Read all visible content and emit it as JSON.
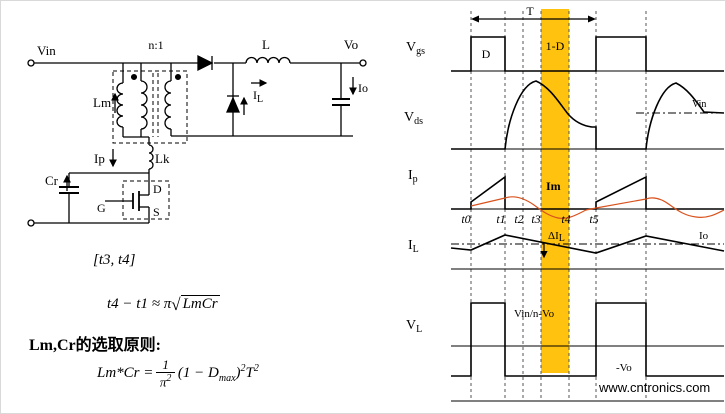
{
  "circuit": {
    "vin": "Vin",
    "turns": "n:1",
    "inductor": "L",
    "vo": "Vo",
    "io": "Io",
    "il_base": "I",
    "il_sub": "L",
    "lm": "Lm",
    "ip": "Ip",
    "lk": "Lk",
    "cr": "Cr",
    "drain": "D",
    "gate": "G",
    "source": "S"
  },
  "annotation": {
    "interval": "[t3, t4]",
    "f1_lhs": "t4 − t1 ≈ π",
    "f1_radicand": "LmCr",
    "principle": "Lm,Cr的选取原则:",
    "f2_lhs": "Lm*Cr =",
    "f2_num": "1",
    "f2_den_base": "π",
    "f2_den_sup": "2",
    "f2_body_open": "(1 − D",
    "f2_sub": "max",
    "f2_body_close": ")",
    "f2_sup1": "2",
    "f2_T": "T",
    "f2_sup2": "2"
  },
  "waveforms": {
    "period": "T",
    "vgs": {
      "base": "V",
      "sub": "gs",
      "d": "D",
      "one_minus_d": "1-D"
    },
    "vds": {
      "base": "V",
      "sub": "ds",
      "vin": "Vin"
    },
    "ip": {
      "base": "I",
      "sub": "p",
      "im": "Im"
    },
    "time_labels": [
      "t0",
      "t1",
      "t2",
      "t3",
      "t4",
      "t5"
    ],
    "il": {
      "base": "I",
      "sub": "L",
      "delta_base": "ΔI",
      "delta_sub": "L",
      "io": "Io"
    },
    "vl": {
      "base": "V",
      "sub": "L",
      "high": "Vin/n-Vo",
      "low": "-Vo"
    }
  },
  "watermark": "www.cntronics.com",
  "colors": {
    "highlight": "#FFC20E",
    "im_curve": "#D9531E",
    "watermark": "#8CC63E"
  }
}
